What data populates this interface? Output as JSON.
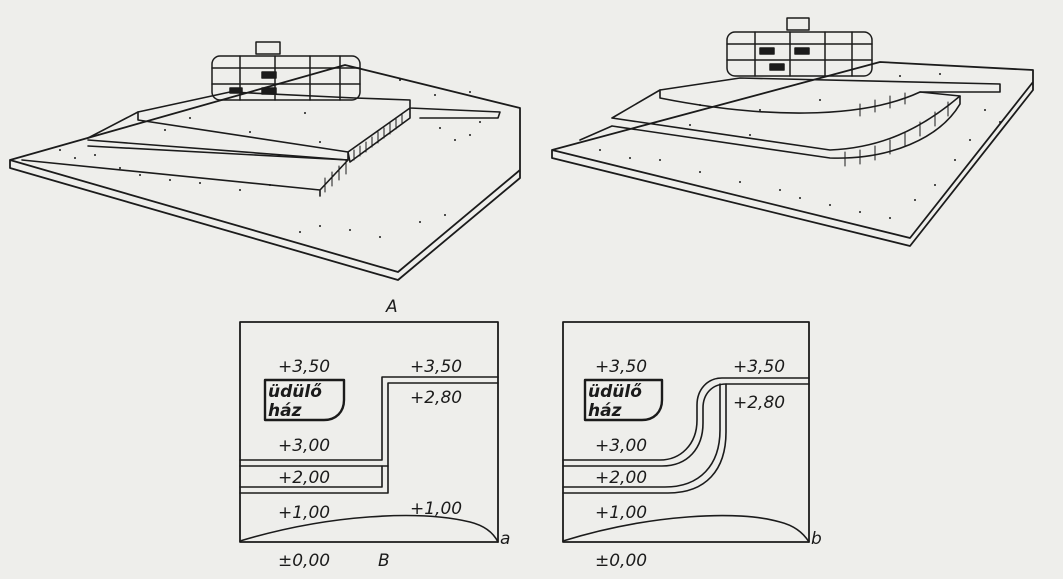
{
  "figure": {
    "caption_A": "A",
    "caption_B": "B"
  },
  "plan_a": {
    "corner_letter": "a",
    "levels": {
      "top_left": "+3,50",
      "top_right": "+3,50",
      "mid_right": "+2,80",
      "terrace_3": "+3,00",
      "terrace_2": "+2,00",
      "terrace_1_left": "+1,00",
      "terrace_1_right": "+1,00",
      "ground": "±0,00"
    },
    "house_line1": "üdülő",
    "house_line2": "ház"
  },
  "plan_b": {
    "corner_letter": "b",
    "levels": {
      "top_left": "+3,50",
      "top_right": "+3,50",
      "mid_right": "+2,80",
      "terrace_3": "+3,00",
      "terrace_2": "+2,00",
      "terrace_1_left": "+1,00",
      "ground": "±0,00"
    },
    "house_line1": "üdülő",
    "house_line2": "ház"
  },
  "colors": {
    "paper": "#eeeeeb",
    "ink": "#1b1b1b"
  }
}
